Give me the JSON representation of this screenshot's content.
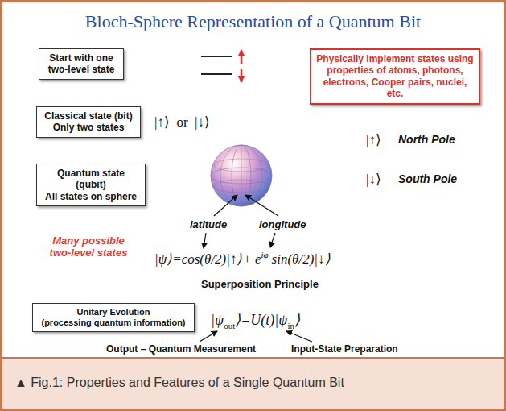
{
  "diagram": {
    "title": "Bloch-Sphere Representation of a Quantum Bit",
    "caption": "▲ Fig.1: Properties and Features of a Single Quantum Bit",
    "nodes": [
      {
        "text": [
          "Start with one two-level state"
        ]
      },
      {
        "text": [
          "Physically implement states using properties of atoms, photons, electrons, Cooper pairs, nuclei, etc."
        ]
      },
      {
        "text": [
          "Classical state (bit)",
          "Only two states"
        ]
      },
      {
        "text": [
          "Quantum state (qubit)",
          "All states on sphere"
        ]
      },
      {
        "text": [
          "Unitary Evolution",
          "(processing quantum information)"
        ]
      }
    ],
    "labels": [
      "|↑⟩  or  |↓⟩",
      "|↑⟩",
      "North Pole",
      "|↓⟩",
      "South Pole",
      "latitude",
      "longitude",
      "Many possible two-level states",
      "|ψ⟩=cos(θ/2)|↑⟩+",
      "e",
      "iφ",
      "sin(θ/2)|↓⟩",
      "Superposition Principle",
      "|ψ",
      "out",
      "⟩=U(t)|ψ",
      "in",
      "⟩",
      "Output – Quantum Measurement",
      "Input-State Preparation"
    ]
  }
}
